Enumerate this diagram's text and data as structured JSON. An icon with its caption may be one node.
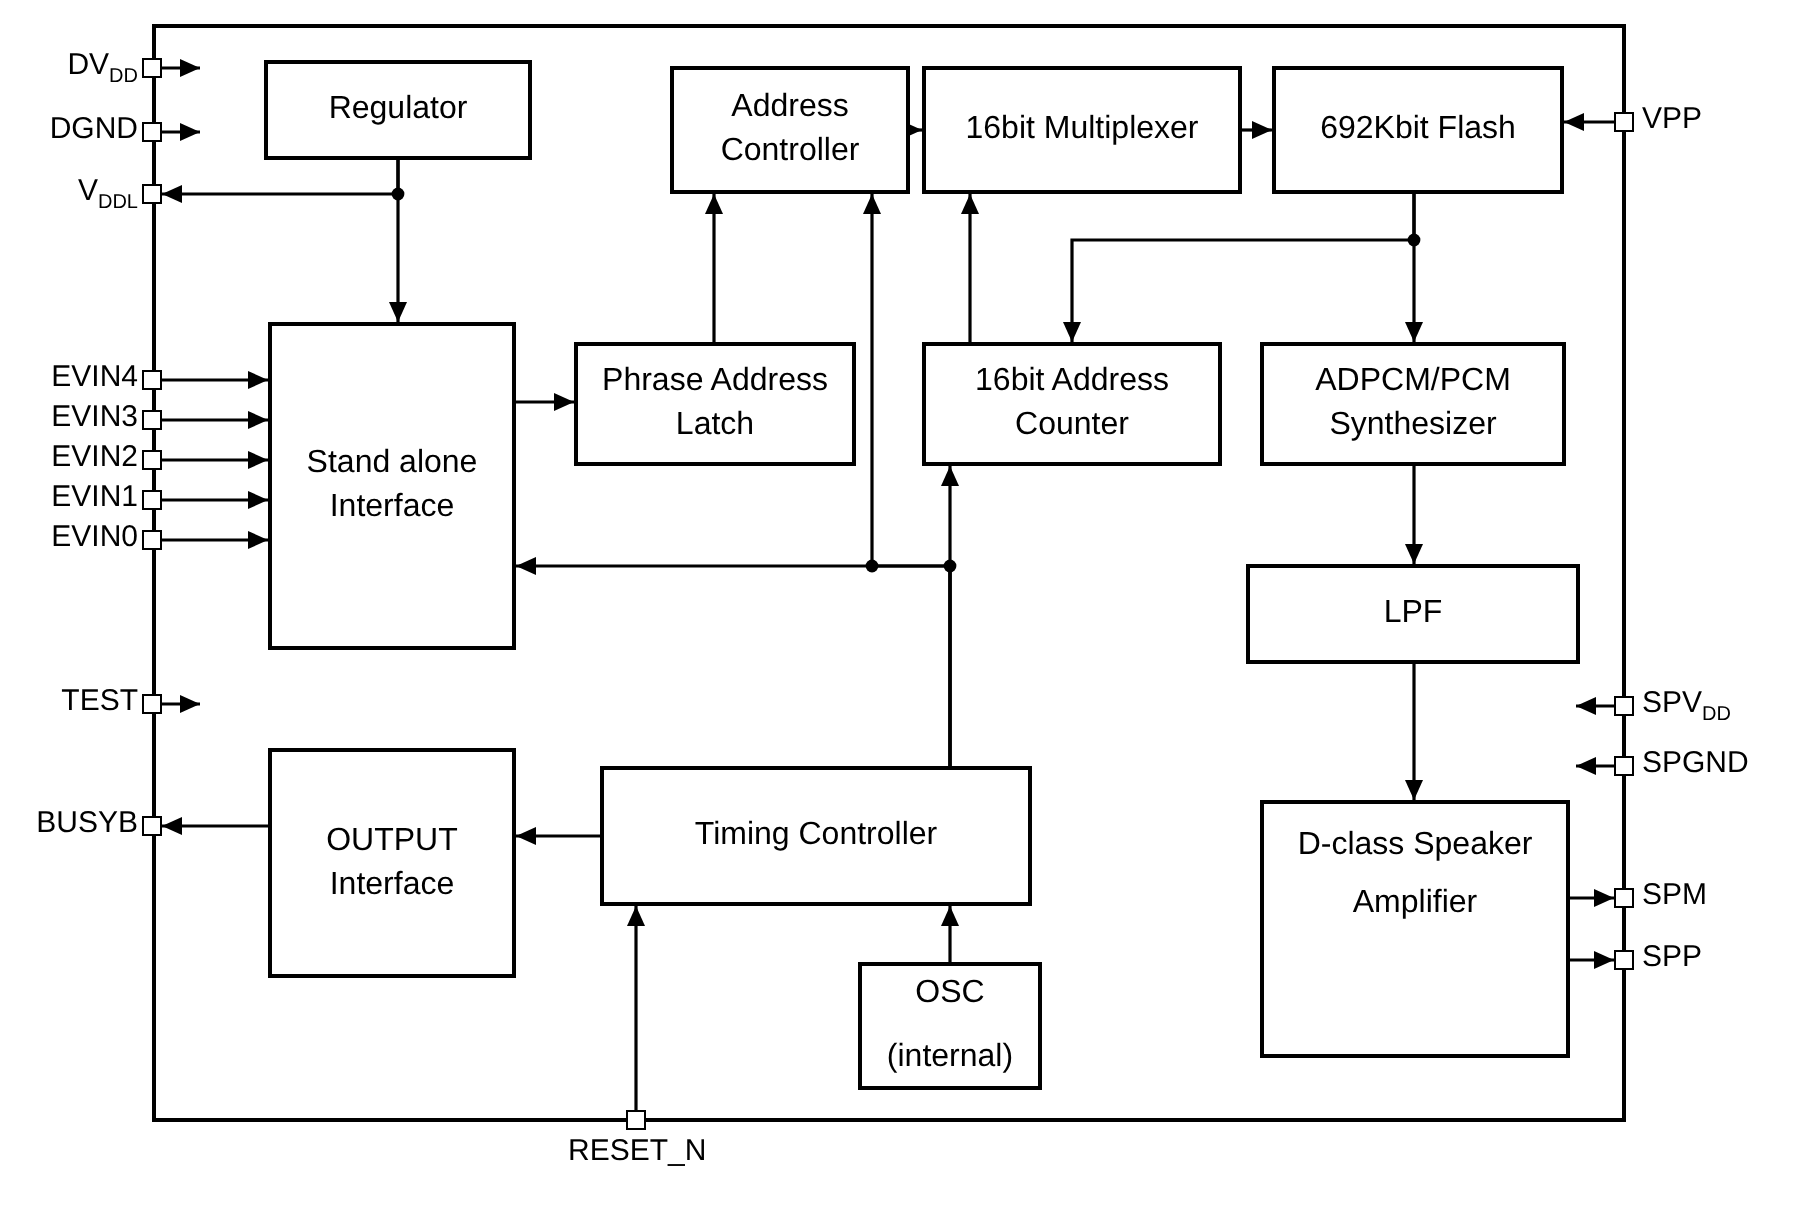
{
  "diagram": {
    "nodes": [
      {
        "text": [],
        "shape": "box"
      },
      {
        "text": [
          "Regulator"
        ],
        "in": 0
      },
      {
        "text": [
          "Address Controller"
        ],
        "in": 0
      },
      {
        "text": [
          "16bit Multiplexer"
        ],
        "in": 0
      },
      {
        "text": [
          "692Kbit Flash"
        ],
        "in": 0
      },
      {
        "text": [
          "Stand alone Interface"
        ],
        "in": 0
      },
      {
        "text": [
          "Phrase Address Latch"
        ],
        "in": 0
      },
      {
        "text": [
          "16bit Address Counter"
        ],
        "in": 0
      },
      {
        "text": [
          "ADPCM/PCM Synthesizer"
        ],
        "in": 0
      },
      {
        "text": [
          "LPF"
        ],
        "in": 0
      },
      {
        "text": [
          "OUTPUT Interface"
        ],
        "in": 0
      },
      {
        "text": [
          "Timing Controller"
        ],
        "in": 0
      },
      {
        "text": [
          "OSC",
          "(internal)"
        ],
        "in": 0
      },
      {
        "text": [
          "D-class Speaker Amplifier"
        ],
        "in": 0
      },
      {
        "text": [
          "DV$_{DD}$"
        ]
      },
      {
        "text": [
          "DGND"
        ]
      },
      {
        "text": [
          "V$_{DDL}$"
        ]
      },
      {
        "text": [
          "EVIN4"
        ]
      },
      {
        "text": [
          "EVIN3"
        ]
      },
      {
        "text": [
          "EVIN2"
        ]
      },
      {
        "text": [
          "EVIN1"
        ]
      },
      {
        "text": [
          "EVIN0"
        ]
      },
      {
        "text": [
          "TEST"
        ]
      },
      {
        "text": [
          "BUSYB"
        ]
      },
      {
        "text": [
          "RESET_N"
        ]
      },
      {
        "text": [
          "VPP"
        ]
      },
      {
        "text": [
          "SPV$_{DD}$"
        ]
      },
      {
        "text": [
          "SPGND"
        ]
      },
      {
        "text": [
          "SPM"
        ]
      },
      {
        "text": [
          "SPP"
        ]
      }
    ],
    "edges": [
      {
        "from": 14,
        "to": null,
        "arrow": "to"
      },
      {
        "from": 15,
        "to": null,
        "arrow": "to"
      },
      {
        "from": 1,
        "to": 16,
        "arrow": "to"
      },
      {
        "from": 1,
        "to": 5,
        "arrow": "to"
      },
      {
        "from": 17,
        "to": 5,
        "arrow": "to"
      },
      {
        "from": 18,
        "to": 5,
        "arrow": "to"
      },
      {
        "from": 19,
        "to": 5,
        "arrow": "to"
      },
      {
        "from": 20,
        "to": 5,
        "arrow": "to"
      },
      {
        "from": 21,
        "to": 5,
        "arrow": "to"
      },
      {
        "from": 22,
        "to": null,
        "arrow": "to"
      },
      {
        "from": 5,
        "to": 6,
        "arrow": "to"
      },
      {
        "from": 6,
        "to": 2,
        "arrow": "to"
      },
      {
        "from": 2,
        "to": 3,
        "arrow": "to"
      },
      {
        "from": 3,
        "to": 4,
        "arrow": "to"
      },
      {
        "from": 25,
        "to": 4,
        "arrow": "to"
      },
      {
        "from": 7,
        "to": 3,
        "arrow": "to"
      },
      {
        "from": 4,
        "to": 7,
        "arrow": "to"
      },
      {
        "from": 4,
        "to": 8,
        "arrow": "to"
      },
      {
        "from": 8,
        "to": 9,
        "arrow": "to"
      },
      {
        "from": 9,
        "to": 13,
        "arrow": "to"
      },
      {
        "from": 26,
        "to": null,
        "arrow": "to"
      },
      {
        "from": 27,
        "to": null,
        "arrow": "to"
      },
      {
        "from": 13,
        "to": 28,
        "arrow": "to"
      },
      {
        "from": 13,
        "to": 29,
        "arrow": "to"
      },
      {
        "from": 11,
        "to": 5,
        "arrow": "to"
      },
      {
        "from": 11,
        "to": 2,
        "arrow": "to"
      },
      {
        "from": 11,
        "to": 7,
        "arrow": "to"
      },
      {
        "from": 11,
        "to": 10,
        "arrow": "to"
      },
      {
        "from": 10,
        "to": 23,
        "arrow": "to"
      },
      {
        "from": 24,
        "to": 11,
        "arrow": "to"
      },
      {
        "from": 12,
        "to": 11,
        "arrow": "to"
      }
    ]
  }
}
